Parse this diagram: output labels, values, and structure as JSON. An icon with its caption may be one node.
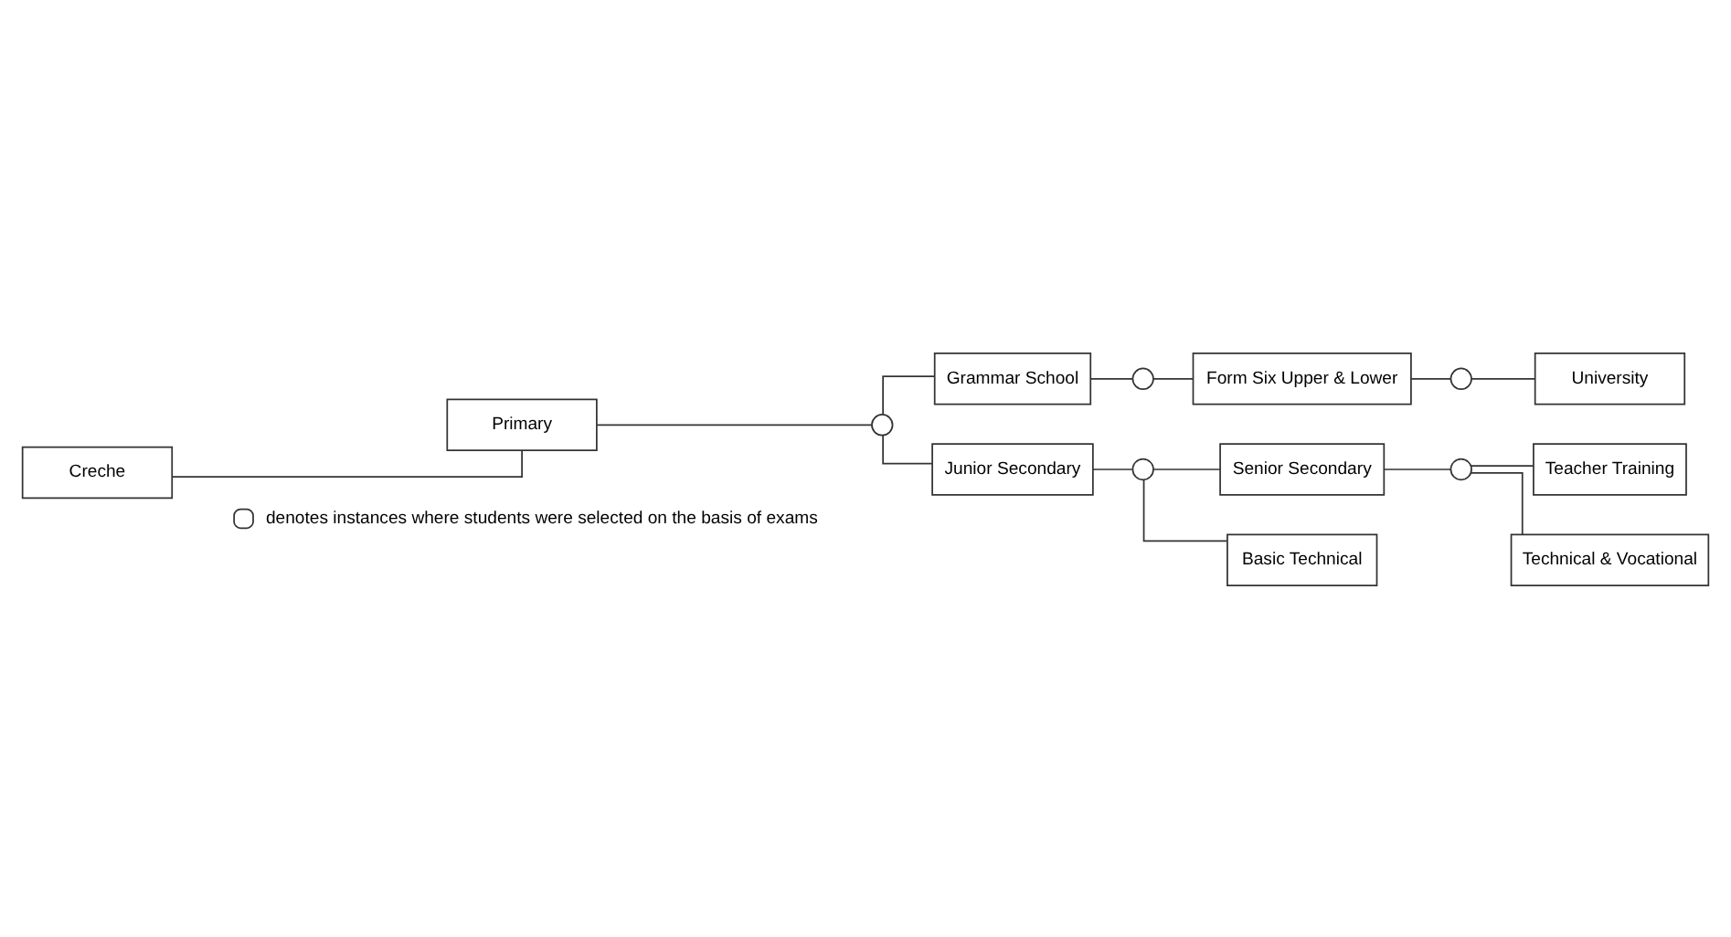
{
  "diagram": {
    "nodes": [
      {
        "text": [
          "Creche"
        ]
      },
      {
        "text": [
          "Primary"
        ]
      },
      {
        "text": [],
        "shape": "circle"
      },
      {
        "text": [
          "Grammar School"
        ]
      },
      {
        "text": [
          "Junior Secondary"
        ]
      },
      {
        "text": [],
        "shape": "circle"
      },
      {
        "text": [],
        "shape": "circle"
      },
      {
        "text": [
          "Form Six Upper & Lower"
        ]
      },
      {
        "text": [
          "Senior Secondary"
        ]
      },
      {
        "text": [
          "Basic Technical"
        ]
      },
      {
        "text": [],
        "shape": "circle"
      },
      {
        "text": [],
        "shape": "circle"
      },
      {
        "text": [
          "University"
        ]
      },
      {
        "text": [
          "Teacher Training"
        ]
      },
      {
        "text": [
          "Technical & Vocational"
        ]
      }
    ],
    "edges": [
      {
        "from": 0,
        "to": 1,
        "arrow": "none"
      },
      {
        "from": 1,
        "to": 2,
        "arrow": "none"
      },
      {
        "from": 2,
        "to": 3,
        "arrow": "none"
      },
      {
        "from": 2,
        "to": 4,
        "arrow": "none"
      },
      {
        "from": 3,
        "to": 5,
        "arrow": "none"
      },
      {
        "from": 4,
        "to": 6,
        "arrow": "none"
      },
      {
        "from": 5,
        "to": 7,
        "arrow": "none"
      },
      {
        "from": 6,
        "to": 8,
        "arrow": "none"
      },
      {
        "from": 6,
        "to": 9,
        "arrow": "none"
      },
      {
        "from": 7,
        "to": 10,
        "arrow": "none"
      },
      {
        "from": 8,
        "to": 11,
        "arrow": "none"
      },
      {
        "from": 10,
        "to": 12,
        "arrow": "none"
      },
      {
        "from": 11,
        "to": 13,
        "arrow": "none"
      },
      {
        "from": 11,
        "to": 14,
        "arrow": "none"
      }
    ],
    "legend": [
      {
        "text": "denotes instances where students were selected on the basis of exams"
      }
    ]
  }
}
